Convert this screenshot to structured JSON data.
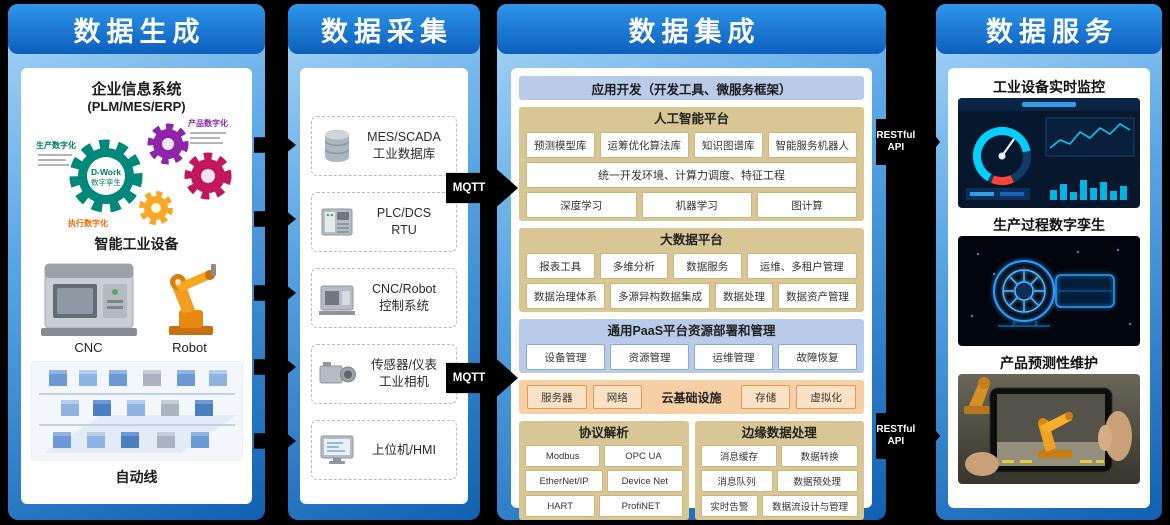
{
  "columns": {
    "c1": {
      "title": "数据生成",
      "panel": {
        "sys_title": "企业信息系统",
        "sys_sub": "(PLM/MES/ERP)",
        "gears": {
          "center": "D-Work",
          "center_sub": "数字孪生",
          "label_top": "产品数字化",
          "label_left": "生产数字化",
          "label_bottom": "执行数字化"
        },
        "equip_title": "智能工业设备",
        "cnc_label": "CNC",
        "robot_label": "Robot",
        "line_label": "自动线"
      }
    },
    "c2": {
      "title": "数据采集",
      "items": [
        {
          "line1": "MES/SCADA",
          "line2": "工业数据库"
        },
        {
          "line1": "PLC/DCS",
          "line2": "RTU"
        },
        {
          "line1": "CNC/Robot",
          "line2": "控制系统"
        },
        {
          "line1": "传感器/仪表",
          "line2": "工业相机"
        },
        {
          "line1": "上位机/HMI",
          "line2": ""
        }
      ]
    },
    "c3": {
      "title": "数据集成",
      "app_dev": "应用开发（开发工具、微服务框架）",
      "ai": {
        "title": "人工智能平台",
        "row1": [
          "预测模型库",
          "运筹优化算法库",
          "知识图谱库",
          "智能服务机器人"
        ],
        "row2": "统一开发环境、计算力调度、特征工程",
        "row3": [
          "深度学习",
          "机器学习",
          "图计算"
        ]
      },
      "bigdata": {
        "title": "大数据平台",
        "row1": [
          "报表工具",
          "多维分析",
          "数据服务",
          "运维、多租户管理"
        ],
        "row2": [
          "数据治理体系",
          "多源异构数据集成",
          "数据处理",
          "数据资产管理"
        ]
      },
      "paas": {
        "title": "通用PaaS平台资源部署和管理",
        "row": [
          "设备管理",
          "资源管理",
          "运维管理",
          "故障恢复"
        ]
      },
      "cloud": {
        "title": "云基础设施",
        "left": [
          "服务器",
          "网络"
        ],
        "right": [
          "存储",
          "虚拟化"
        ]
      },
      "protocol": {
        "title": "协议解析",
        "rows": [
          [
            "Modbus",
            "OPC UA"
          ],
          [
            "EtherNet/IP",
            "Device Net"
          ],
          [
            "HART",
            "ProfiNET"
          ]
        ]
      },
      "edge": {
        "title": "边缘数据处理",
        "rows": [
          [
            "消息缓存",
            "数据转换"
          ],
          [
            "消息队列",
            "数据预处理"
          ],
          [
            "实时告警",
            "数据流设计与管理"
          ]
        ]
      }
    },
    "c4": {
      "title": "数据服务",
      "blocks": [
        {
          "label": "工业设备实时监控"
        },
        {
          "label": "生产过程数字孪生"
        },
        {
          "label": "产品预测性维护"
        }
      ]
    }
  },
  "arrows": {
    "mqtt": "MQTT",
    "restful_line1": "RESTful",
    "restful_line2": "API"
  },
  "colors": {
    "header_blue": "#1173d4",
    "tan": "#d8c795",
    "light_blue": "#b9cbe8",
    "orange_row": "#f6cfa4"
  }
}
